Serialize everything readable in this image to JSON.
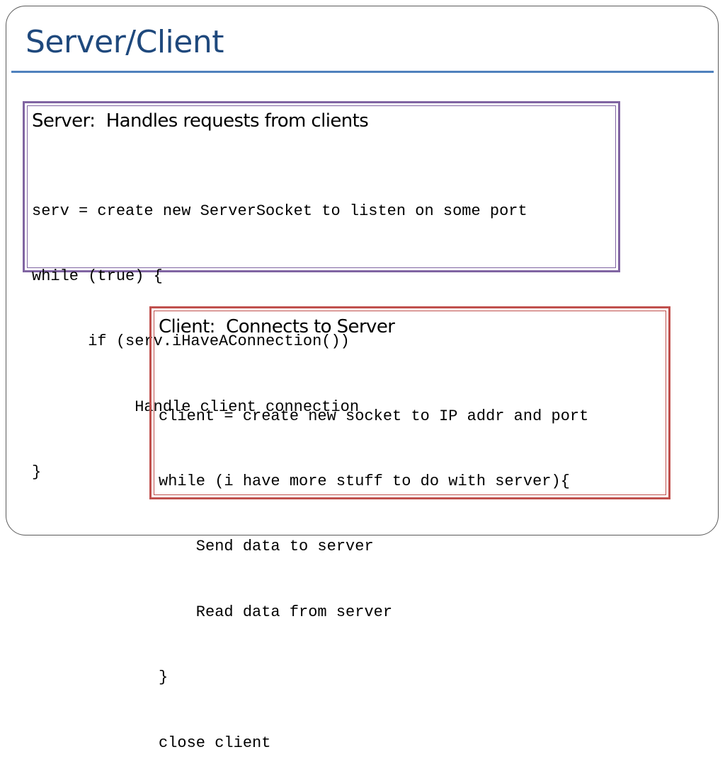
{
  "slide": {
    "title": "Server/Client"
  },
  "server_box": {
    "heading": "Server:  Handles requests from clients",
    "code_lines": [
      "serv = create new ServerSocket to listen on some port",
      "while (true) {",
      "      if (serv.iHaveAConnection())",
      "           Handle client connection",
      "}"
    ]
  },
  "client_box": {
    "heading": "Client:  Connects to Server",
    "code_lines": [
      "client = create new socket to IP addr and port",
      "while (i have more stuff to do with server){",
      "    Send data to server",
      "    Read data from server",
      "}",
      "close client"
    ]
  },
  "colors": {
    "title": "#1f497d",
    "title_rule": "#4f81bd",
    "server_border": "#8064a2",
    "client_border": "#c0504d"
  }
}
